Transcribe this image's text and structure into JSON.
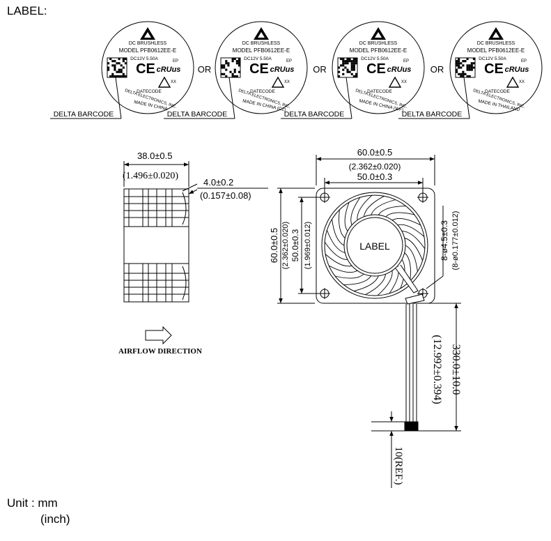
{
  "header": {
    "label_title": "LABEL:"
  },
  "fan_labels": {
    "brand_line": "DC  BRUSHLESS",
    "model_line": "MODEL PFB0612EE-E",
    "rating": "DC12V  5.50A",
    "ce_mark": "CE",
    "ul_mark": "cRUus",
    "ep_mark": "EP",
    "xx_mark": "XX",
    "datecode": "DATECODE",
    "company": "DELTA ELECTRONICS, INC.",
    "variants": [
      {
        "origin": "MADE IN CHINA"
      },
      {
        "origin": "MADE IN CHINA (CZ)"
      },
      {
        "origin": "MADE IN CHINA (WF)"
      },
      {
        "origin": "MADE IN THAILAND"
      }
    ],
    "separator": "OR",
    "barcode_callout": "DELTA BARCODE"
  },
  "side_view": {
    "width_mm": "38.0±0.5",
    "width_inch": "(1.496±0.020)",
    "gap_mm": "4.0±0.2",
    "gap_inch": "(0.157±0.08)",
    "airflow_label": "AIRFLOW DIRECTION"
  },
  "front_view": {
    "outer_mm": "60.0±0.5",
    "outer_inch": "(2.362±0.020)",
    "hole_pitch_mm": "50.0±0.3",
    "hole_pitch_inch": "(1.969±0.012)",
    "hole_mm": "8-ø4.5±0.3",
    "hole_inch": "(8-ø0.177±0.012)",
    "hub_label": "LABEL"
  },
  "wire": {
    "length_mm": "330.0±10.0",
    "length_inch": "(12.992±0.394)",
    "strip_ref": "10(REF.)"
  },
  "units": {
    "primary": "Unit : mm",
    "secondary": "(inch)"
  }
}
